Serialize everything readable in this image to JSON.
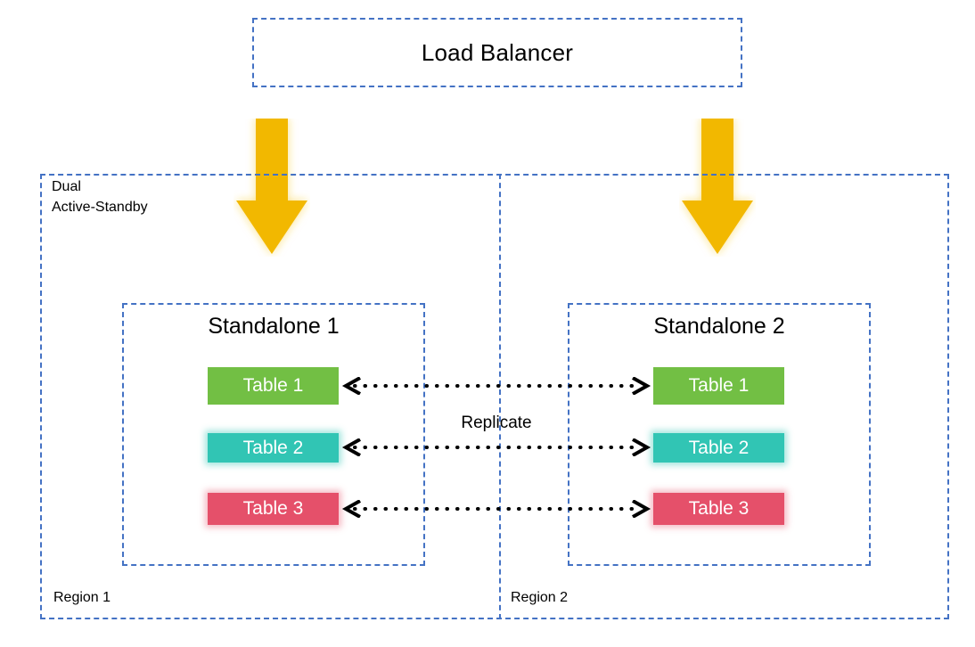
{
  "diagram": {
    "title": "Dual Active-Standby replication topology",
    "load_balancer": {
      "label": "Load Balancer"
    },
    "dual_label": "Dual\nActive-Standby",
    "replicate_label": "Replicate",
    "regions": [
      {
        "label": "Region 1"
      },
      {
        "label": "Region 2"
      }
    ],
    "standalones": [
      {
        "title": "Standalone 1",
        "tables": [
          {
            "label": "Table 1",
            "color": "#72bf44"
          },
          {
            "label": "Table 2",
            "color": "#31c5b4"
          },
          {
            "label": "Table 3",
            "color": "#e5506a"
          }
        ]
      },
      {
        "title": "Standalone 2",
        "tables": [
          {
            "label": "Table 1",
            "color": "#72bf44"
          },
          {
            "label": "Table 2",
            "color": "#31c5b4"
          },
          {
            "label": "Table 3",
            "color": "#e5506a"
          }
        ]
      }
    ],
    "connectors": [
      {
        "name": "replication-link-table-1",
        "style": "dotted",
        "direction": "bidirectional"
      },
      {
        "name": "replication-link-table-2",
        "style": "dotted",
        "direction": "bidirectional"
      },
      {
        "name": "replication-link-table-3",
        "style": "dotted",
        "direction": "bidirectional"
      }
    ],
    "arrows": [
      {
        "name": "traffic-arrow-region-1",
        "direction": "down",
        "color": "#f2b800"
      },
      {
        "name": "traffic-arrow-region-2",
        "direction": "down",
        "color": "#f2b800"
      }
    ],
    "colors": {
      "dashed_border": "#4472c4",
      "arrow": "#f2b800",
      "table_green": "#72bf44",
      "table_teal": "#31c5b4",
      "table_red": "#e5506a",
      "text": "#000000",
      "background": "#ffffff"
    }
  }
}
